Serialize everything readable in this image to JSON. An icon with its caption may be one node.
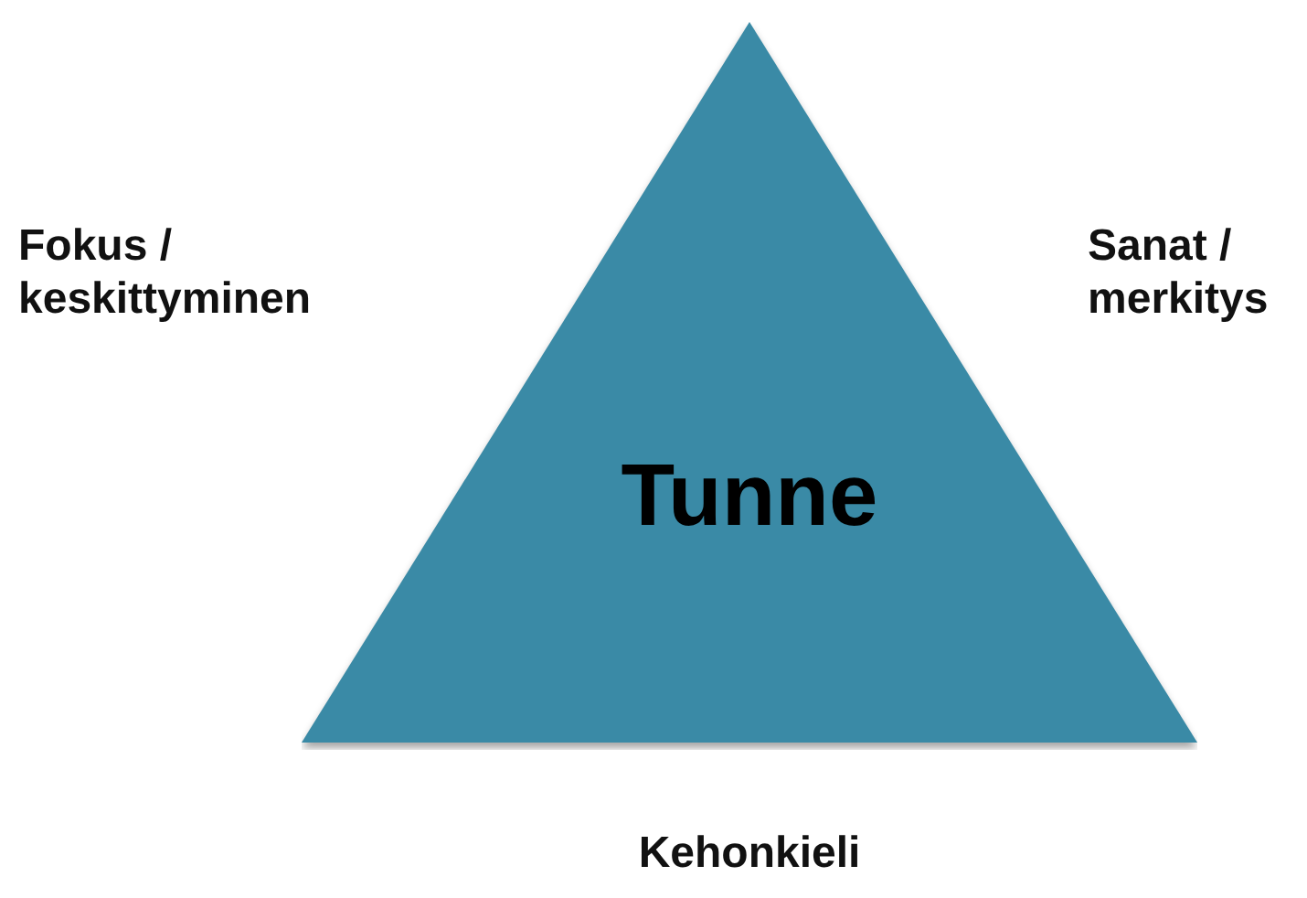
{
  "diagram": {
    "nodes": [
      {
        "text": [
          "Tunne"
        ]
      }
    ],
    "labels": [
      "Fokus / keskittyminen",
      "Sanat / merkitys",
      "Kehonkieli"
    ]
  }
}
